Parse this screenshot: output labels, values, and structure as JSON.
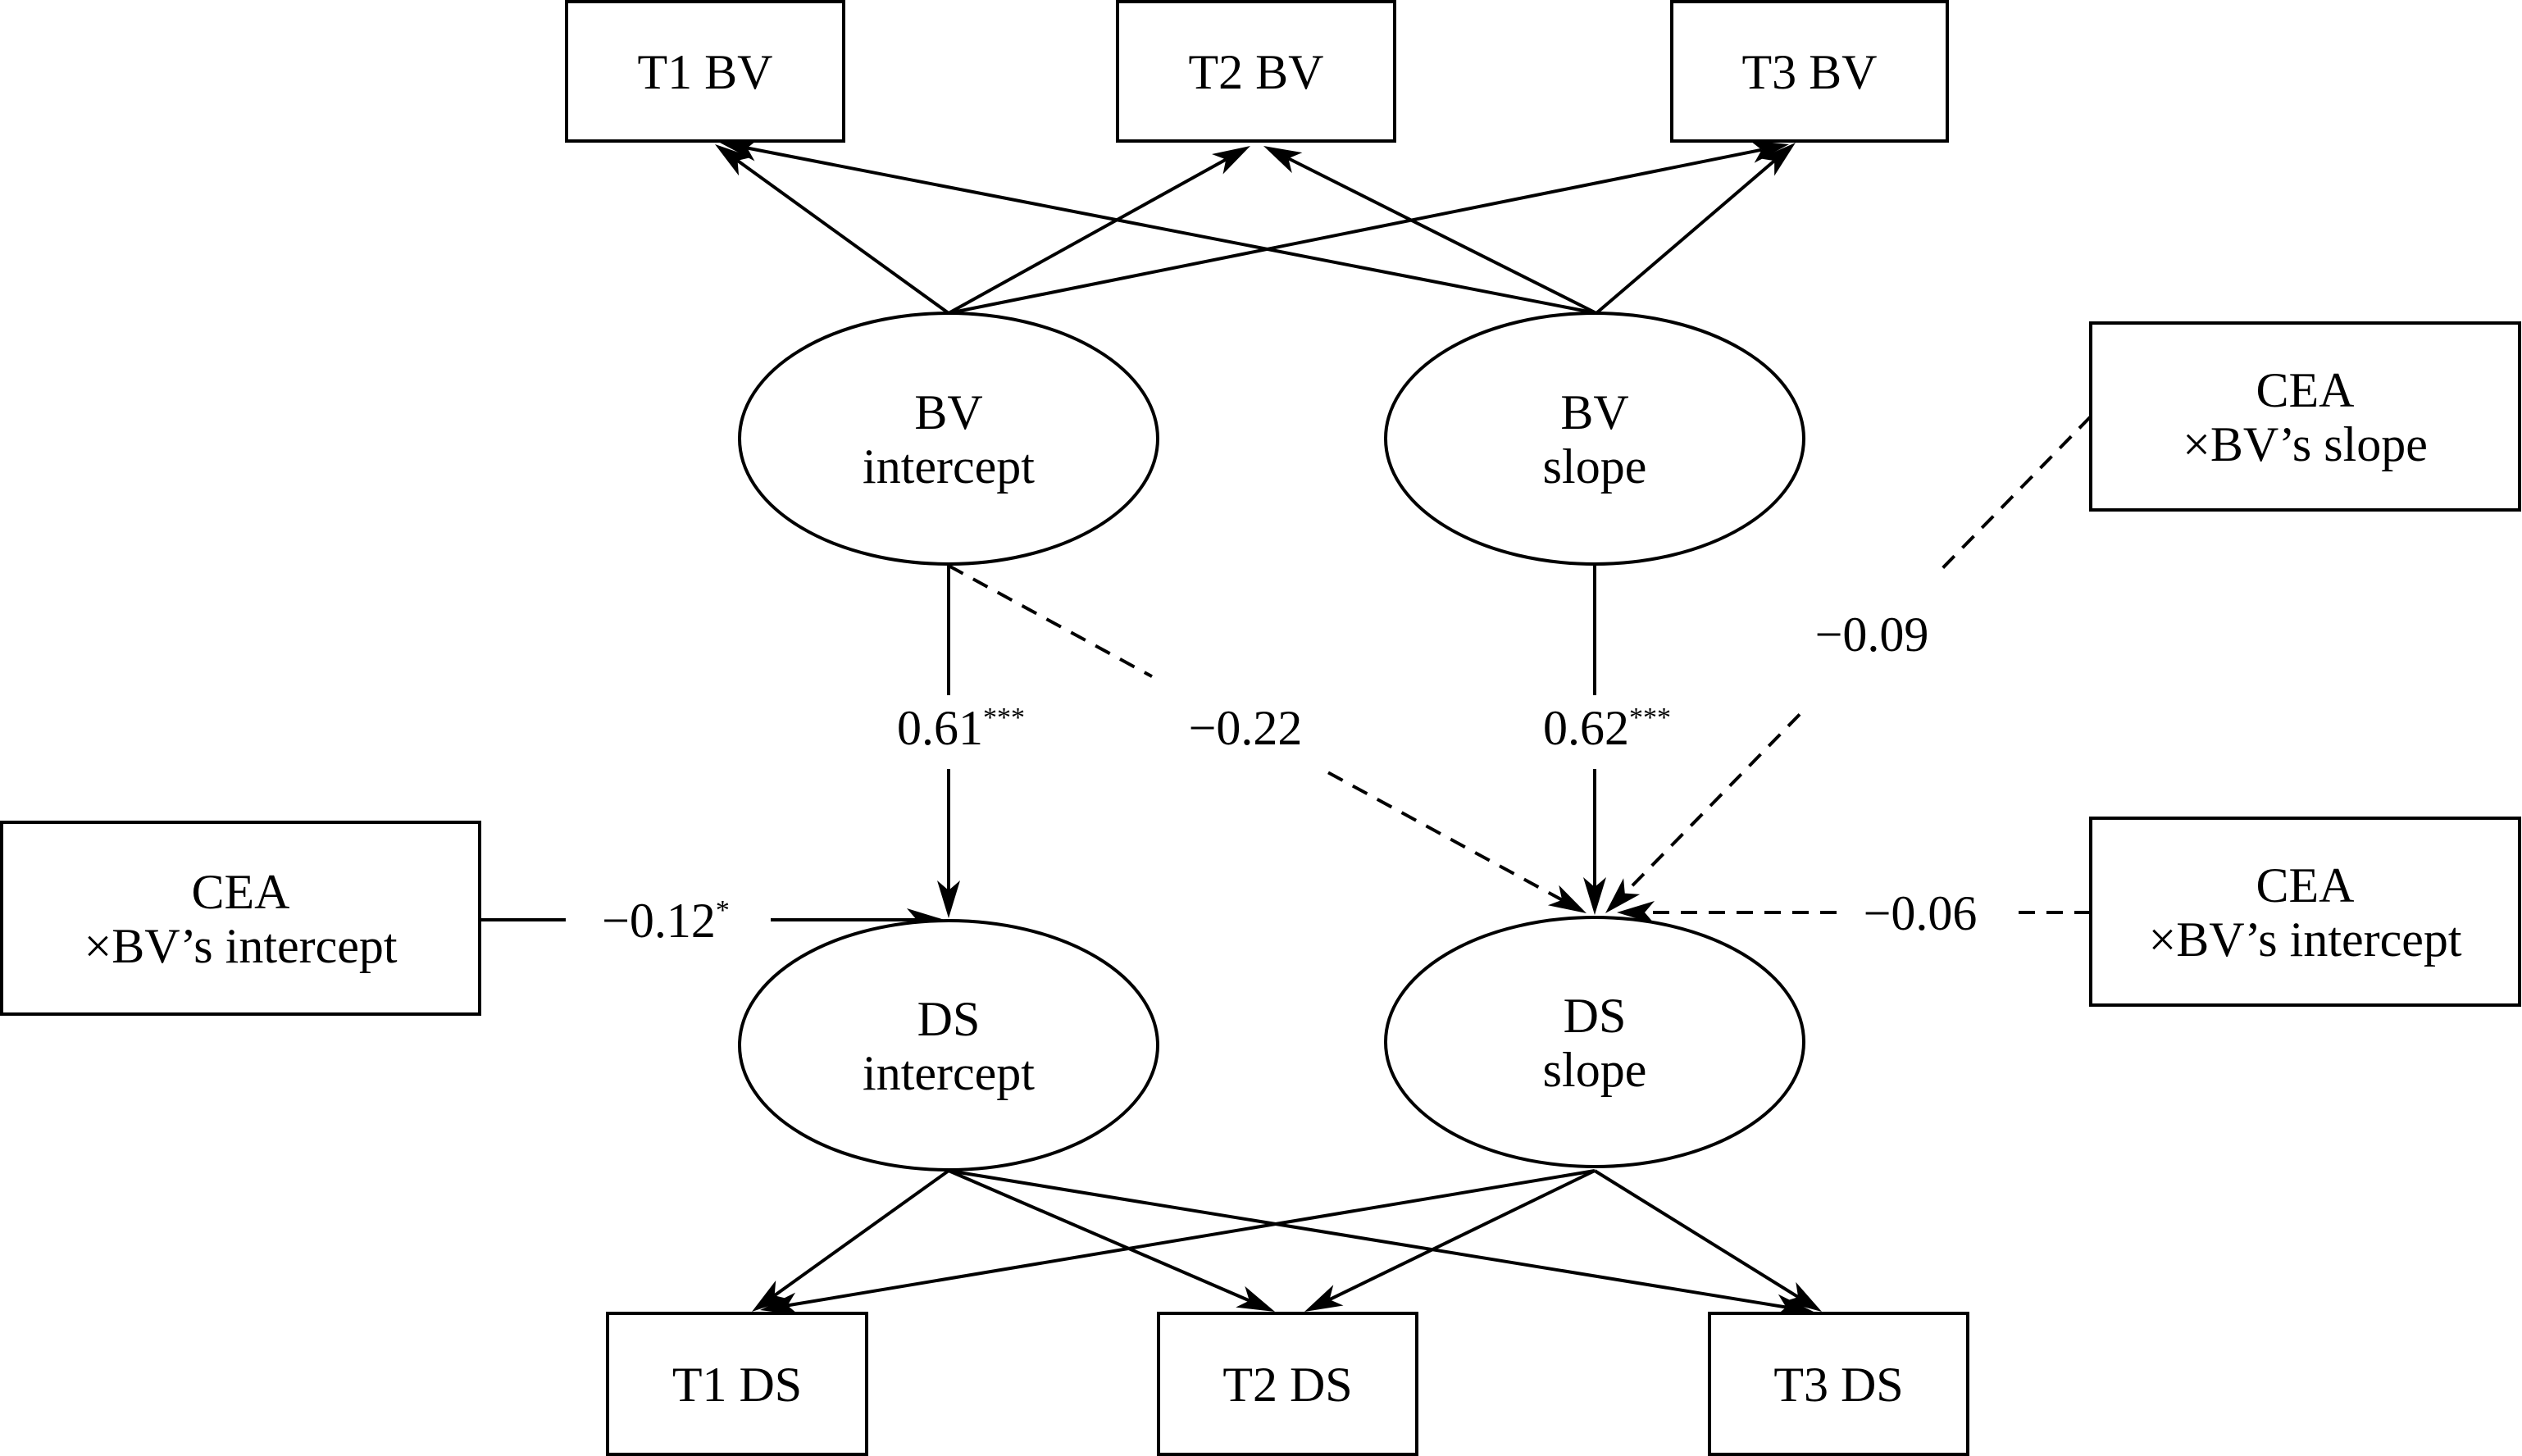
{
  "figure": {
    "type": "latent growth curve model path diagram"
  },
  "nodes": {
    "t1_bv": {
      "shape": "box",
      "lines": [
        "T1 BV"
      ]
    },
    "t2_bv": {
      "shape": "box",
      "lines": [
        "T2 BV"
      ]
    },
    "t3_bv": {
      "shape": "box",
      "lines": [
        "T3 BV"
      ]
    },
    "bv_intercept": {
      "shape": "ellipse",
      "lines": [
        "BV",
        "intercept"
      ]
    },
    "bv_slope": {
      "shape": "ellipse",
      "lines": [
        "BV",
        "slope"
      ]
    },
    "ds_intercept": {
      "shape": "ellipse",
      "lines": [
        "DS",
        "intercept"
      ]
    },
    "ds_slope": {
      "shape": "ellipse",
      "lines": [
        "DS",
        "slope"
      ]
    },
    "cea_bv_slope": {
      "shape": "box",
      "lines": [
        "CEA",
        "×BV’s slope"
      ]
    },
    "cea_bv_intercept_left": {
      "shape": "box",
      "lines": [
        "CEA",
        "×BV’s intercept"
      ]
    },
    "cea_bv_intercept_right": {
      "shape": "box",
      "lines": [
        "CEA",
        "×BV’s intercept"
      ]
    },
    "t1_ds": {
      "shape": "box",
      "lines": [
        "T1 DS"
      ]
    },
    "t2_ds": {
      "shape": "box",
      "lines": [
        "T2 DS"
      ]
    },
    "t3_ds": {
      "shape": "box",
      "lines": [
        "T3 DS"
      ]
    }
  },
  "edges": [
    {
      "id": "bvi-t1",
      "from": "bv_intercept",
      "to": "t1_bv",
      "style": "solid",
      "label": null
    },
    {
      "id": "bvi-t2",
      "from": "bv_intercept",
      "to": "t2_bv",
      "style": "solid",
      "label": null
    },
    {
      "id": "bvi-t3",
      "from": "bv_intercept",
      "to": "t3_bv",
      "style": "solid",
      "label": null
    },
    {
      "id": "bvs-t1",
      "from": "bv_slope",
      "to": "t1_bv",
      "style": "solid",
      "label": null
    },
    {
      "id": "bvs-t2",
      "from": "bv_slope",
      "to": "t2_bv",
      "style": "solid",
      "label": null
    },
    {
      "id": "bvs-t3",
      "from": "bv_slope",
      "to": "t3_bv",
      "style": "solid",
      "label": null
    },
    {
      "id": "bvi-dsi",
      "from": "bv_intercept",
      "to": "ds_intercept",
      "style": "solid",
      "label": {
        "value": "0.61",
        "stars": "***"
      }
    },
    {
      "id": "bvi-dss",
      "from": "bv_intercept",
      "to": "ds_slope",
      "style": "dashed",
      "label": {
        "value": "−0.22",
        "stars": ""
      }
    },
    {
      "id": "bvs-dss",
      "from": "bv_slope",
      "to": "ds_slope",
      "style": "solid",
      "label": {
        "value": "0.62",
        "stars": "***"
      }
    },
    {
      "id": "ceas-dss",
      "from": "cea_bv_slope",
      "to": "ds_slope",
      "style": "dashed",
      "label": {
        "value": "−0.09",
        "stars": ""
      }
    },
    {
      "id": "ceail-dsi",
      "from": "cea_bv_intercept_left",
      "to": "ds_intercept",
      "style": "solid",
      "label": {
        "value": "−0.12",
        "stars": "*"
      }
    },
    {
      "id": "ceair-dss",
      "from": "cea_bv_intercept_right",
      "to": "ds_slope",
      "style": "dashed",
      "label": {
        "value": "−0.06",
        "stars": ""
      }
    },
    {
      "id": "dsi-t1",
      "from": "ds_intercept",
      "to": "t1_ds",
      "style": "solid",
      "label": null
    },
    {
      "id": "dsi-t2",
      "from": "ds_intercept",
      "to": "t2_ds",
      "style": "solid",
      "label": null
    },
    {
      "id": "dsi-t3",
      "from": "ds_intercept",
      "to": "t3_ds",
      "style": "solid",
      "label": null
    },
    {
      "id": "dss-t1",
      "from": "ds_slope",
      "to": "t1_ds",
      "style": "solid",
      "label": null
    },
    {
      "id": "dss-t2",
      "from": "ds_slope",
      "to": "t2_ds",
      "style": "solid",
      "label": null
    },
    {
      "id": "dss-t3",
      "from": "ds_slope",
      "to": "t3_ds",
      "style": "solid",
      "label": null
    }
  ],
  "colors": {
    "ink": "#000000",
    "background": "#ffffff"
  }
}
